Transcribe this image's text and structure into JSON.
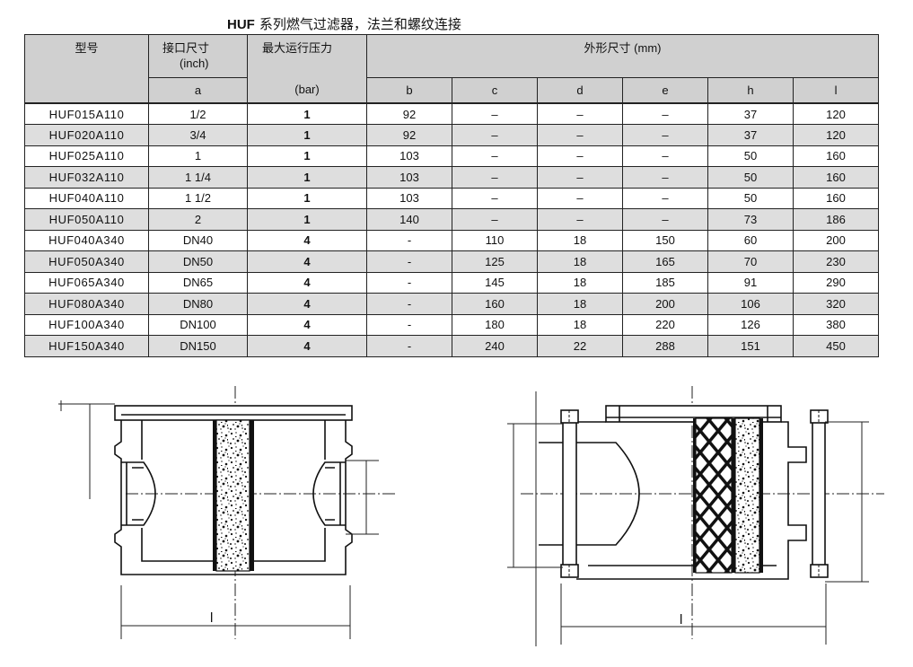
{
  "title": {
    "model": "HUF",
    "text": "系列燃气过滤器，法兰和螺纹连接"
  },
  "table": {
    "headers": {
      "model": "型号",
      "connection": "接口尺寸",
      "connection_unit": "(inch)",
      "connection_symbol": "a",
      "pressure": "最大运行压力",
      "pressure_unit": "(bar)",
      "dimensions": "外形尺寸 (mm)",
      "dimension_symbols": [
        "b",
        "c",
        "d",
        "e",
        "h",
        "l"
      ]
    },
    "rows": [
      [
        "HUF015A110",
        "1/2",
        "1",
        "92",
        "–",
        "–",
        "–",
        "37",
        "120"
      ],
      [
        "HUF020A110",
        "3/4",
        "1",
        "92",
        "–",
        "–",
        "–",
        "37",
        "120"
      ],
      [
        "HUF025A110",
        "1",
        "1",
        "103",
        "–",
        "–",
        "–",
        "50",
        "160"
      ],
      [
        "HUF032A110",
        "1 1/4",
        "1",
        "103",
        "–",
        "–",
        "–",
        "50",
        "160"
      ],
      [
        "HUF040A110",
        "1 1/2",
        "1",
        "103",
        "–",
        "–",
        "–",
        "50",
        "160"
      ],
      [
        "HUF050A110",
        "2",
        "1",
        "140",
        "–",
        "–",
        "–",
        "73",
        "186"
      ],
      [
        "HUF040A340",
        "DN40",
        "4",
        "-",
        "110",
        "18",
        "150",
        "60",
        "200"
      ],
      [
        "HUF050A340",
        "DN50",
        "4",
        "-",
        "125",
        "18",
        "165",
        "70",
        "230"
      ],
      [
        "HUF065A340",
        "DN65",
        "4",
        "-",
        "145",
        "18",
        "185",
        "91",
        "290"
      ],
      [
        "HUF080A340",
        "DN80",
        "4",
        "-",
        "160",
        "18",
        "200",
        "106",
        "320"
      ],
      [
        "HUF100A340",
        "DN100",
        "4",
        "-",
        "180",
        "18",
        "220",
        "126",
        "380"
      ],
      [
        "HUF150A340",
        "DN150",
        "4",
        "-",
        "240",
        "22",
        "288",
        "151",
        "450"
      ]
    ]
  },
  "drawings": {
    "left_drawing": {
      "length_label": "l"
    },
    "right_drawing": {
      "length_label": "l"
    }
  }
}
